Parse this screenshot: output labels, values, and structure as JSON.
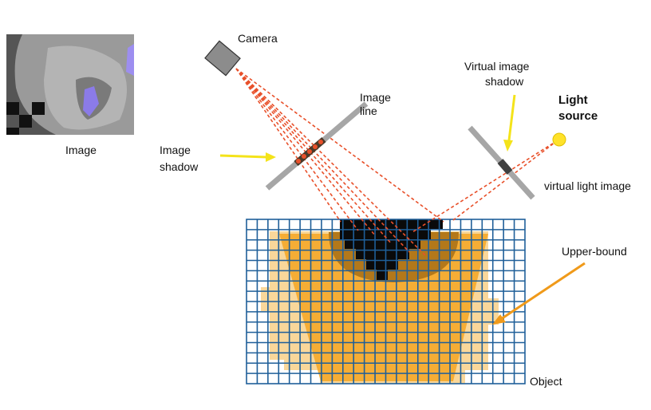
{
  "labels": {
    "camera": "Camera",
    "image": "Image",
    "image_line_1": "Image",
    "image_line_2": "line",
    "image_shadow_1": "Image",
    "image_shadow_2": "shadow",
    "virtual_image_shadow_1": "Virtual image",
    "virtual_image_shadow_2": "shadow",
    "light_source_1": "Light",
    "light_source_2": "source",
    "virtual_light_image": "virtual light image",
    "upper_bound": "Upper-bound",
    "object": "Object"
  },
  "colors": {
    "grid": "#1f5f99",
    "rays": "#e8502a",
    "orange_fill": "#f5a623",
    "light_fill": "#f9d79a",
    "arrow_yellow": "#f4e31a",
    "arrow_orange": "#f09a1a",
    "camera": "#8c8c8c",
    "line_gray": "#a6a6a6",
    "light_source": "#ffe22a",
    "shadow": "#000000"
  }
}
